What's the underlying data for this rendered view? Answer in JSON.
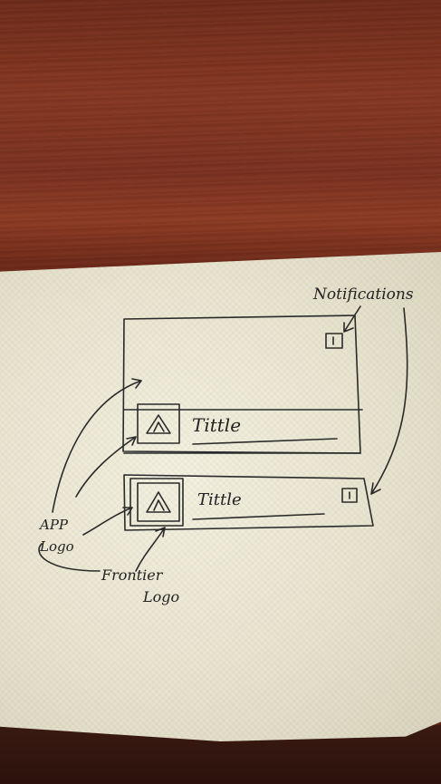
{
  "annotations": {
    "notifications": "Notifications",
    "app_logo_line1": "APP",
    "app_logo_line2": "Logo",
    "frontier_logo_line1": "Frontier",
    "frontier_logo_line2": "Logo"
  },
  "cards": [
    {
      "title": "Tittle"
    },
    {
      "title": "Tittle"
    }
  ]
}
